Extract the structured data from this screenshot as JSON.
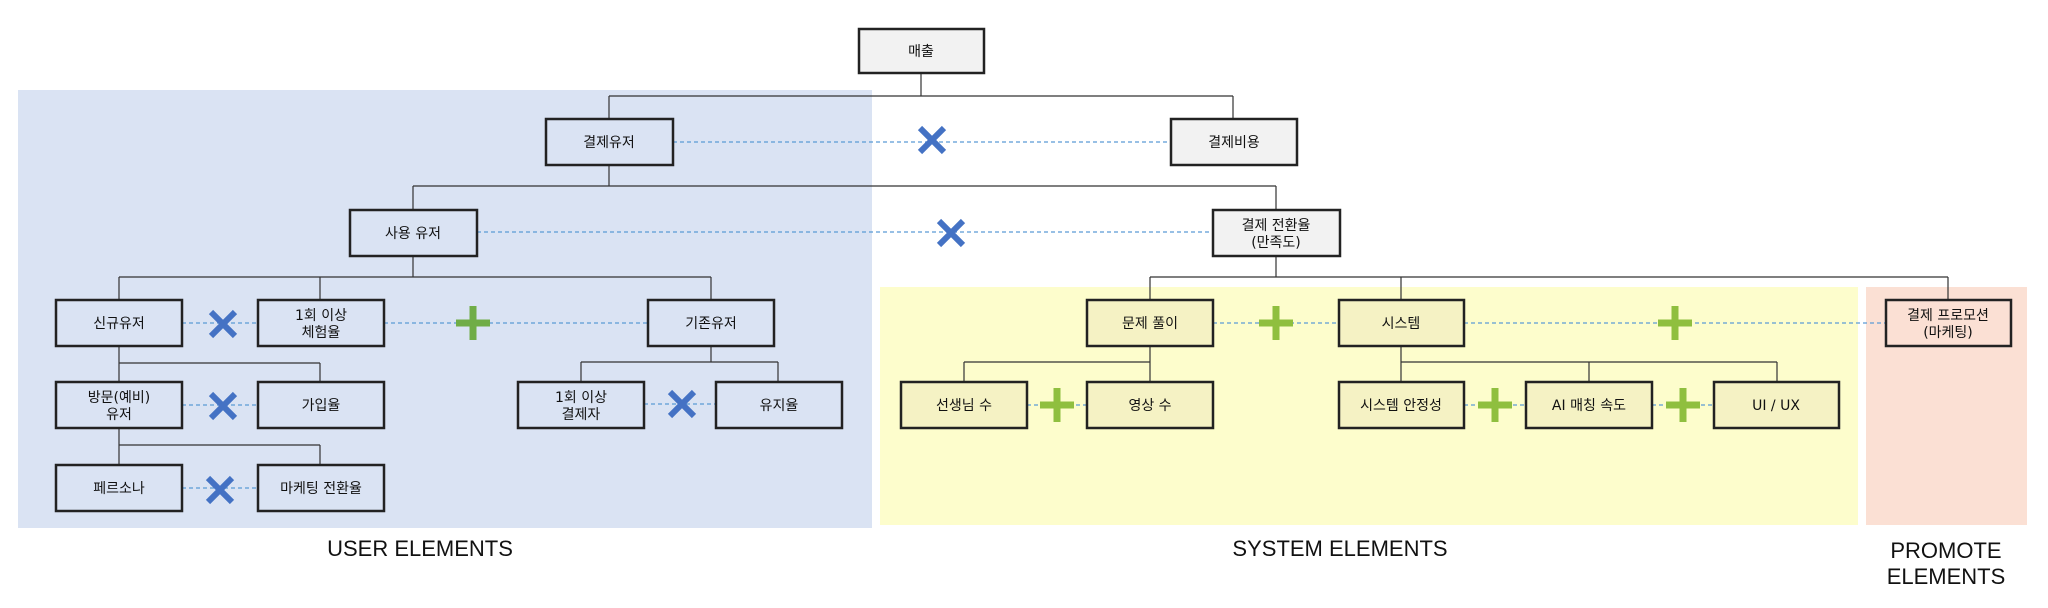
{
  "nodes": {
    "revenue": "매출",
    "paying_users": "결제유저",
    "payment_cost": "결제비용",
    "active_users": "사용 유저",
    "conversion_rate": [
      "결제 전환율",
      "(만족도)"
    ],
    "new_users": "신규유저",
    "experience_rate": [
      "1회 이상",
      "체험율"
    ],
    "existing_users": "기존유저",
    "visitor_users": [
      "방문(예비)",
      "유저"
    ],
    "signup_rate": "가입율",
    "repeat_payers": [
      "1회 이상",
      "결제자"
    ],
    "retention_rate": "유지율",
    "persona": "페르소나",
    "marketing_conversion": "마케팅 전환율",
    "problem_solving": "문제 풀이",
    "system": "시스템",
    "teacher_count": "선생님 수",
    "video_count": "영상 수",
    "system_stability": "시스템 안정성",
    "ai_matching_speed": "AI 매칭 속도",
    "ui_ux": "UI / UX",
    "payment_promotion": [
      "결제 프로모션",
      "(마케팅)"
    ]
  },
  "sections": {
    "user": "USER ELEMENTS",
    "system": "SYSTEM ELEMENTS",
    "promote": [
      "PROMOTE",
      "ELEMENTS"
    ]
  },
  "colors": {
    "user_bg": "#dae3f3",
    "system_bg": "#fdfdcc",
    "promote_bg": "#fbe0d4",
    "user_box": "#dae3f3",
    "system_box": "#f5f2c4",
    "promote_box": "#fbe0d4",
    "neutral_box": "#f2f2f2",
    "multiply": "#4472c4",
    "plus_user": "#70ad47",
    "plus_system": "#8fbf3f",
    "dash": "#5b9bd5"
  }
}
